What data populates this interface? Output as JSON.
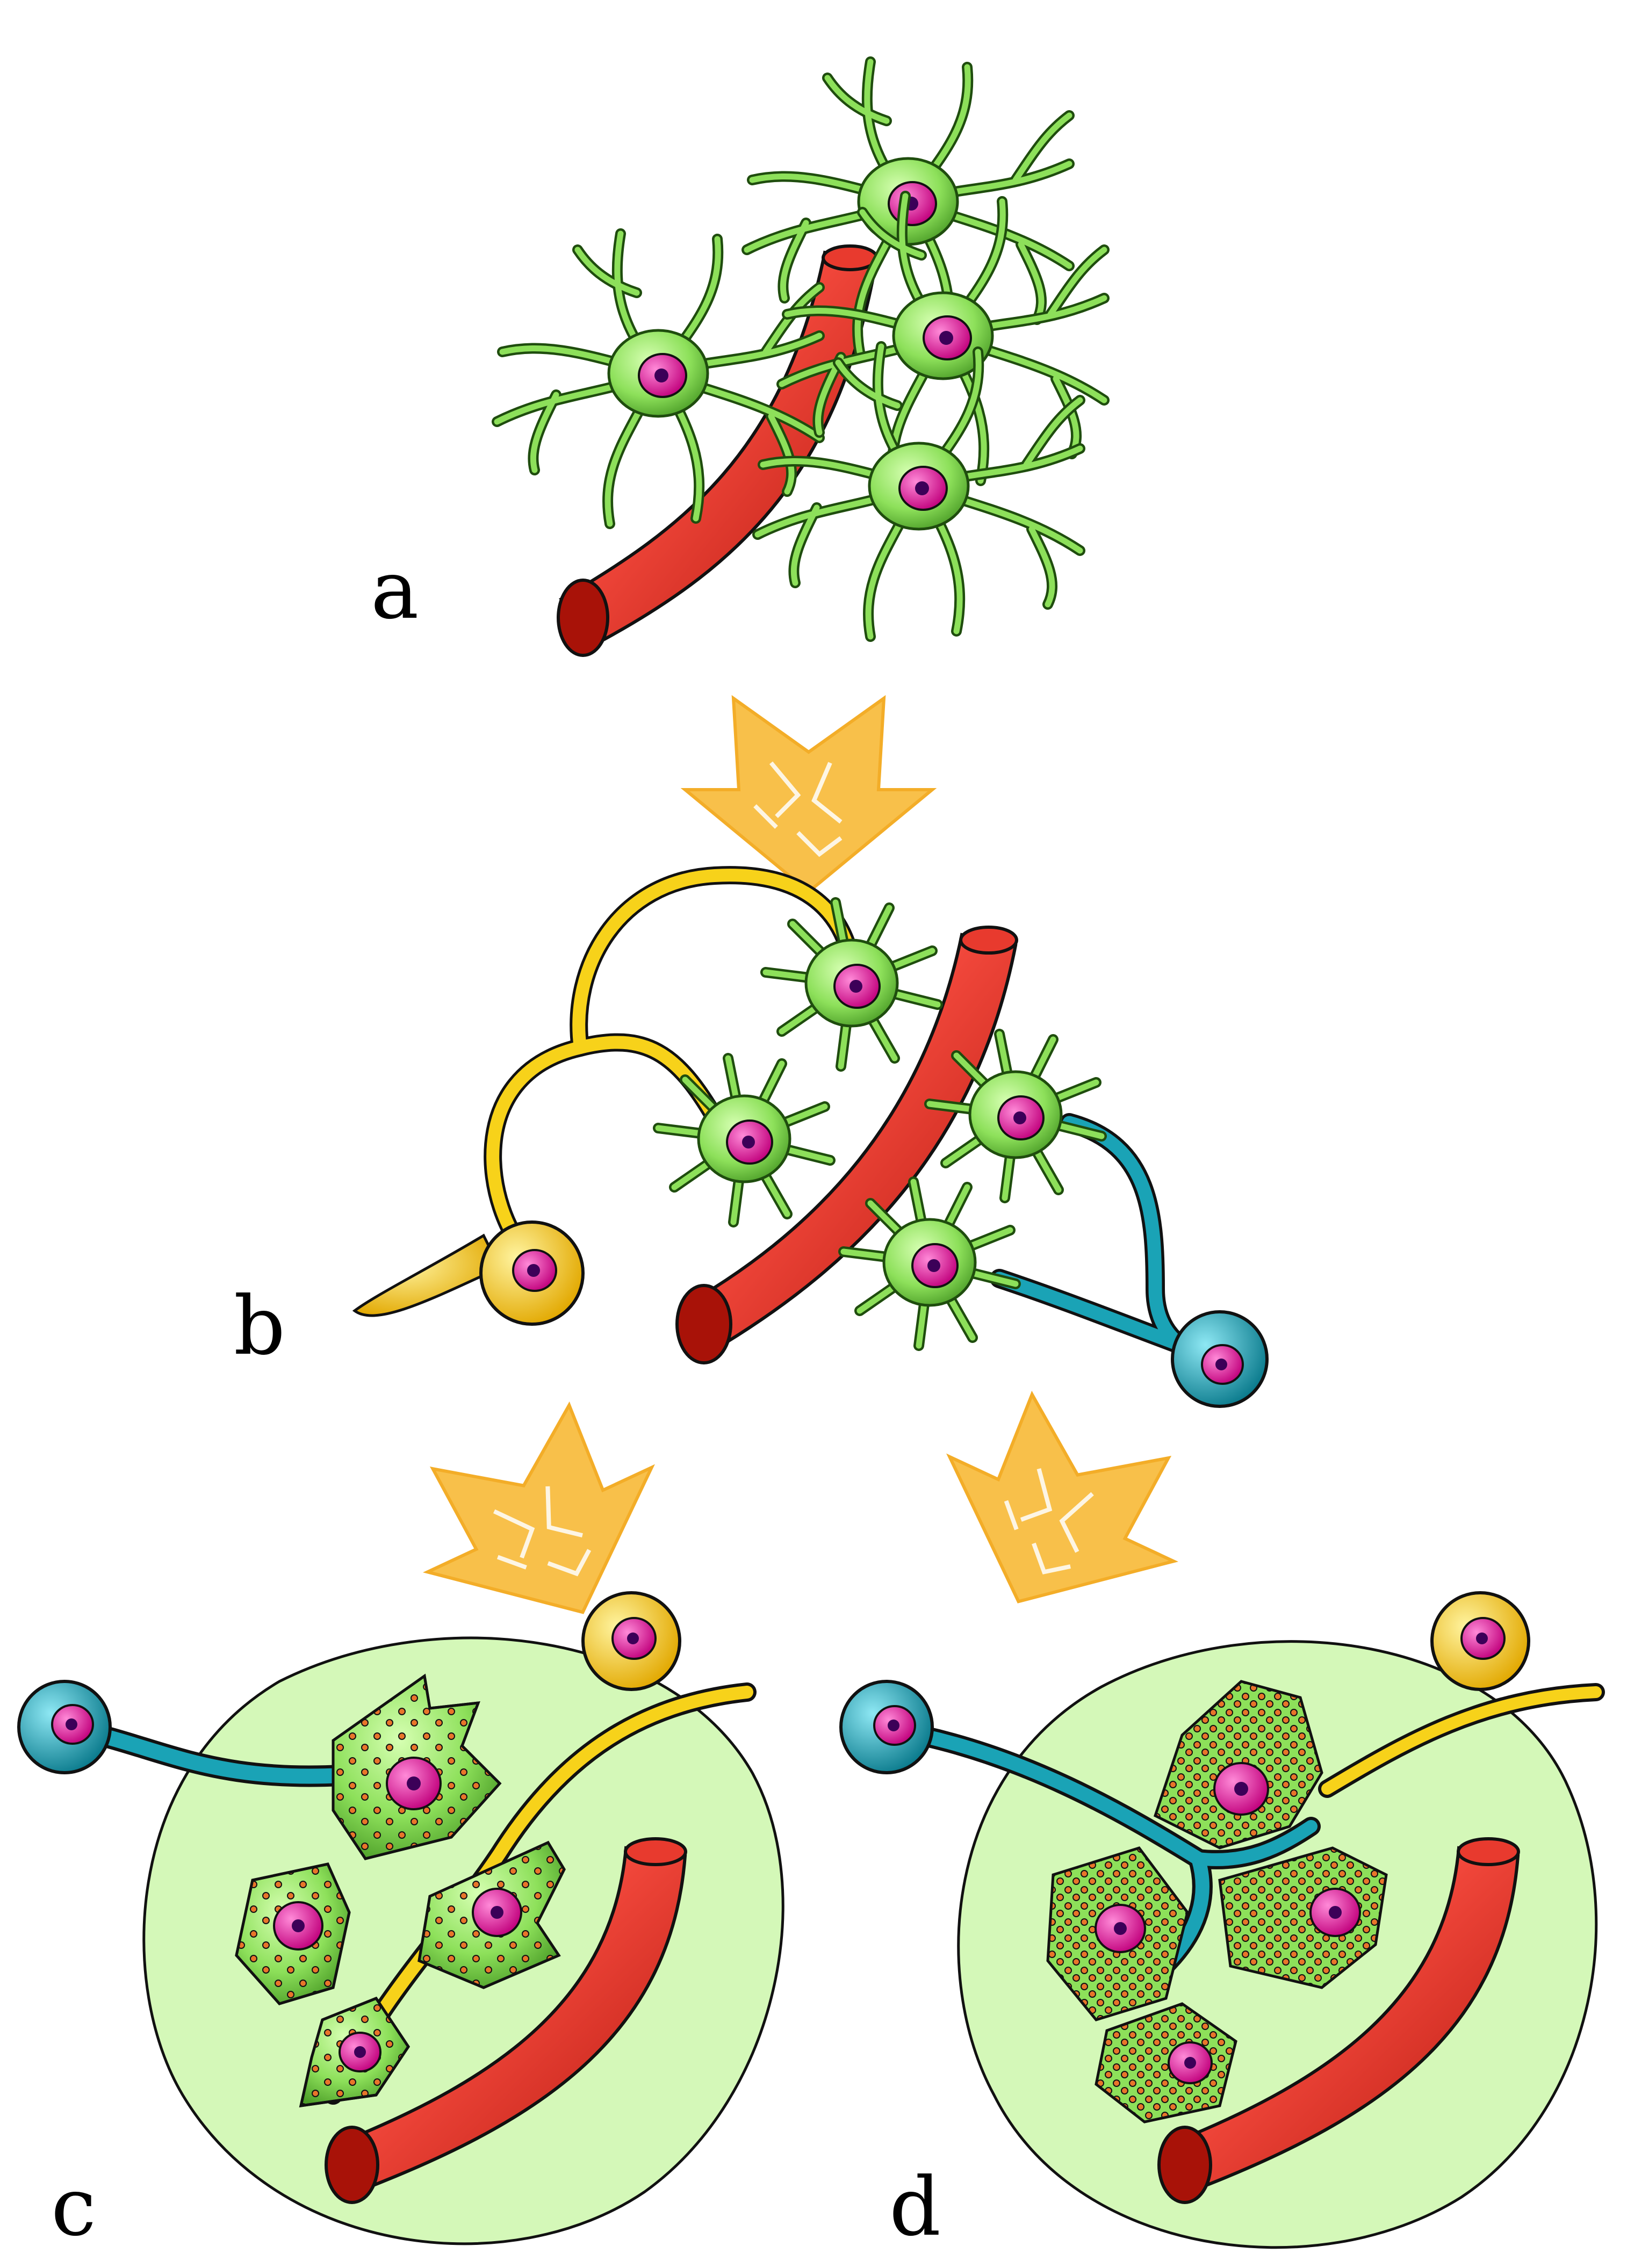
{
  "panels": {
    "a": {
      "label": "a"
    },
    "b": {
      "label": "b"
    },
    "c": {
      "label": "c"
    },
    "d": {
      "label": "d"
    }
  },
  "colors": {
    "vessel": "#f0463a",
    "vessel_dark": "#b4180e",
    "microglia": "#8de05a",
    "microglia_outline": "#2f6a17",
    "nucleus": "#e2189a",
    "nucleolus": "#3c0058",
    "neuron_yellow": "#f7d21a",
    "neuron_teal": "#1aa3b6",
    "lesion_area": "#d4f8b8",
    "arrow": "#f8c04a",
    "granule": "#e8752a",
    "outline": "#111111"
  },
  "icons": {
    "arrow": "transition-arrow-icon",
    "vessel": "blood-vessel-icon",
    "microglia": "microglia-cell-icon",
    "neuron": "neuron-icon"
  }
}
